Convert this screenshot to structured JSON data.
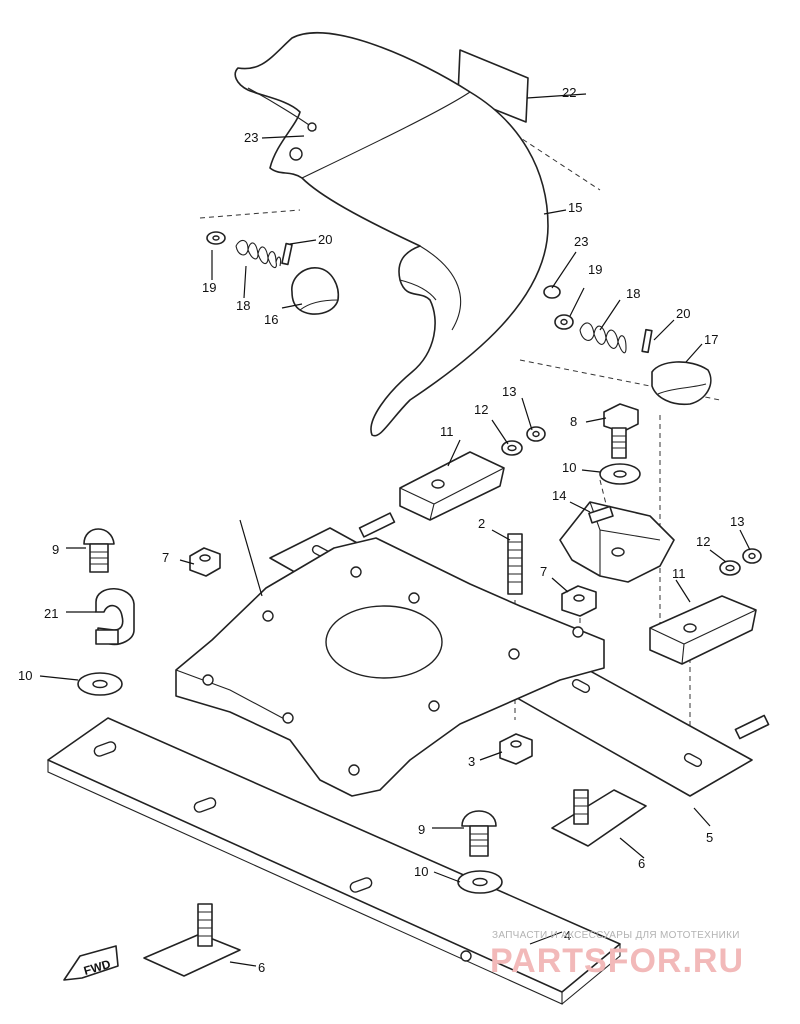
{
  "diagram": {
    "callouts": [
      "22",
      "23",
      "15",
      "20",
      "19",
      "18",
      "16",
      "23",
      "19",
      "18",
      "20",
      "17",
      "13",
      "12",
      "8",
      "11",
      "10",
      "14",
      "2",
      "9",
      "7",
      "21",
      "10",
      "12",
      "13",
      "7",
      "11",
      "3",
      "5",
      "9",
      "10",
      "6",
      "4",
      "6"
    ],
    "direction_marker": "FWD"
  },
  "watermark": {
    "caption": "ЗАПЧАСТИ И АКСЕССУАРЫ ДЛЯ МОТОТЕХНИКИ",
    "brand": "PARTSFOR.RU"
  }
}
